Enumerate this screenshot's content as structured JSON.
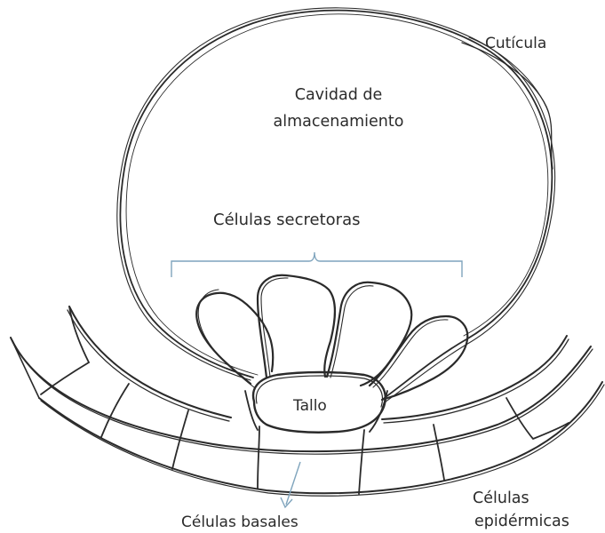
{
  "labels": {
    "cuticula": "Cutícula",
    "cavity_line1": "Cavidad de",
    "cavity_line2": "almacenamiento",
    "secretoras": "Células secretoras",
    "tallo": "Tallo",
    "basales": "Células basales",
    "epidermicas_line1": "Células",
    "epidermicas_line2": "epidérmicas"
  },
  "colors": {
    "ink": "#2a2a2a",
    "bracket": "#7fa4bd",
    "arrow": "#7fa4bd"
  }
}
